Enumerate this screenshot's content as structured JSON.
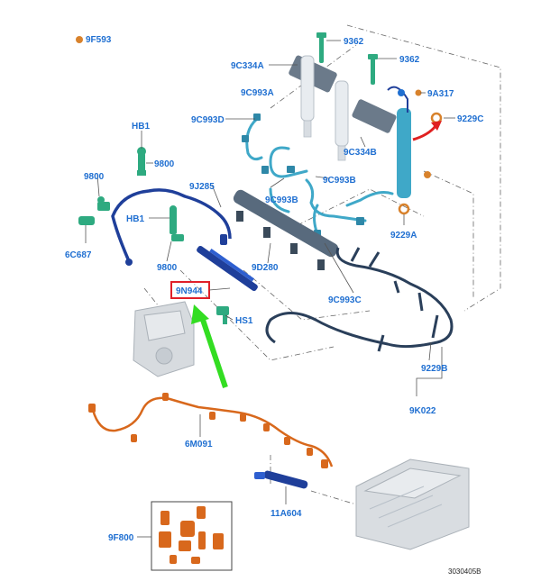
{
  "labels": {
    "legend_code": "9F593",
    "p9362_top": "9362",
    "p9362_right": "9362",
    "p9C334A": "9C334A",
    "p9A317": "9A317",
    "p9C993A": "9C993A",
    "p9229C": "9229C",
    "p9C993D": "9C993D",
    "pHB1_top": "HB1",
    "p9C334B": "9C334B",
    "p9800_mid": "9800",
    "p9800_left": "9800",
    "p9C993B_left": "9C993B",
    "p9C993B_right": "9C993B",
    "p9J285": "9J285",
    "pHB1_mid": "HB1",
    "p9229A": "9229A",
    "p6C687": "6C687",
    "p9800_low": "9800",
    "p9D280": "9D280",
    "p9N944": "9N944",
    "p9C993C": "9C993C",
    "pHS1": "HS1",
    "p9229B": "9229B",
    "p9K022": "9K022",
    "p6M091": "6M091",
    "p11A604": "11A604",
    "p9F800": "9F800"
  },
  "ref_number": "3030405B",
  "colors": {
    "label": "#1f6fd1",
    "highlight": "#e0202a",
    "arrow_green": "#33dd22",
    "arrow_red": "#e02020",
    "orange_part": "#d8681c",
    "dark_blue_part": "#1f3f9a",
    "teal_part": "#3fa8c8",
    "green_part": "#2eaa80",
    "navy_harness": "#2a3f5a",
    "legend_dot": "#d8822c"
  }
}
